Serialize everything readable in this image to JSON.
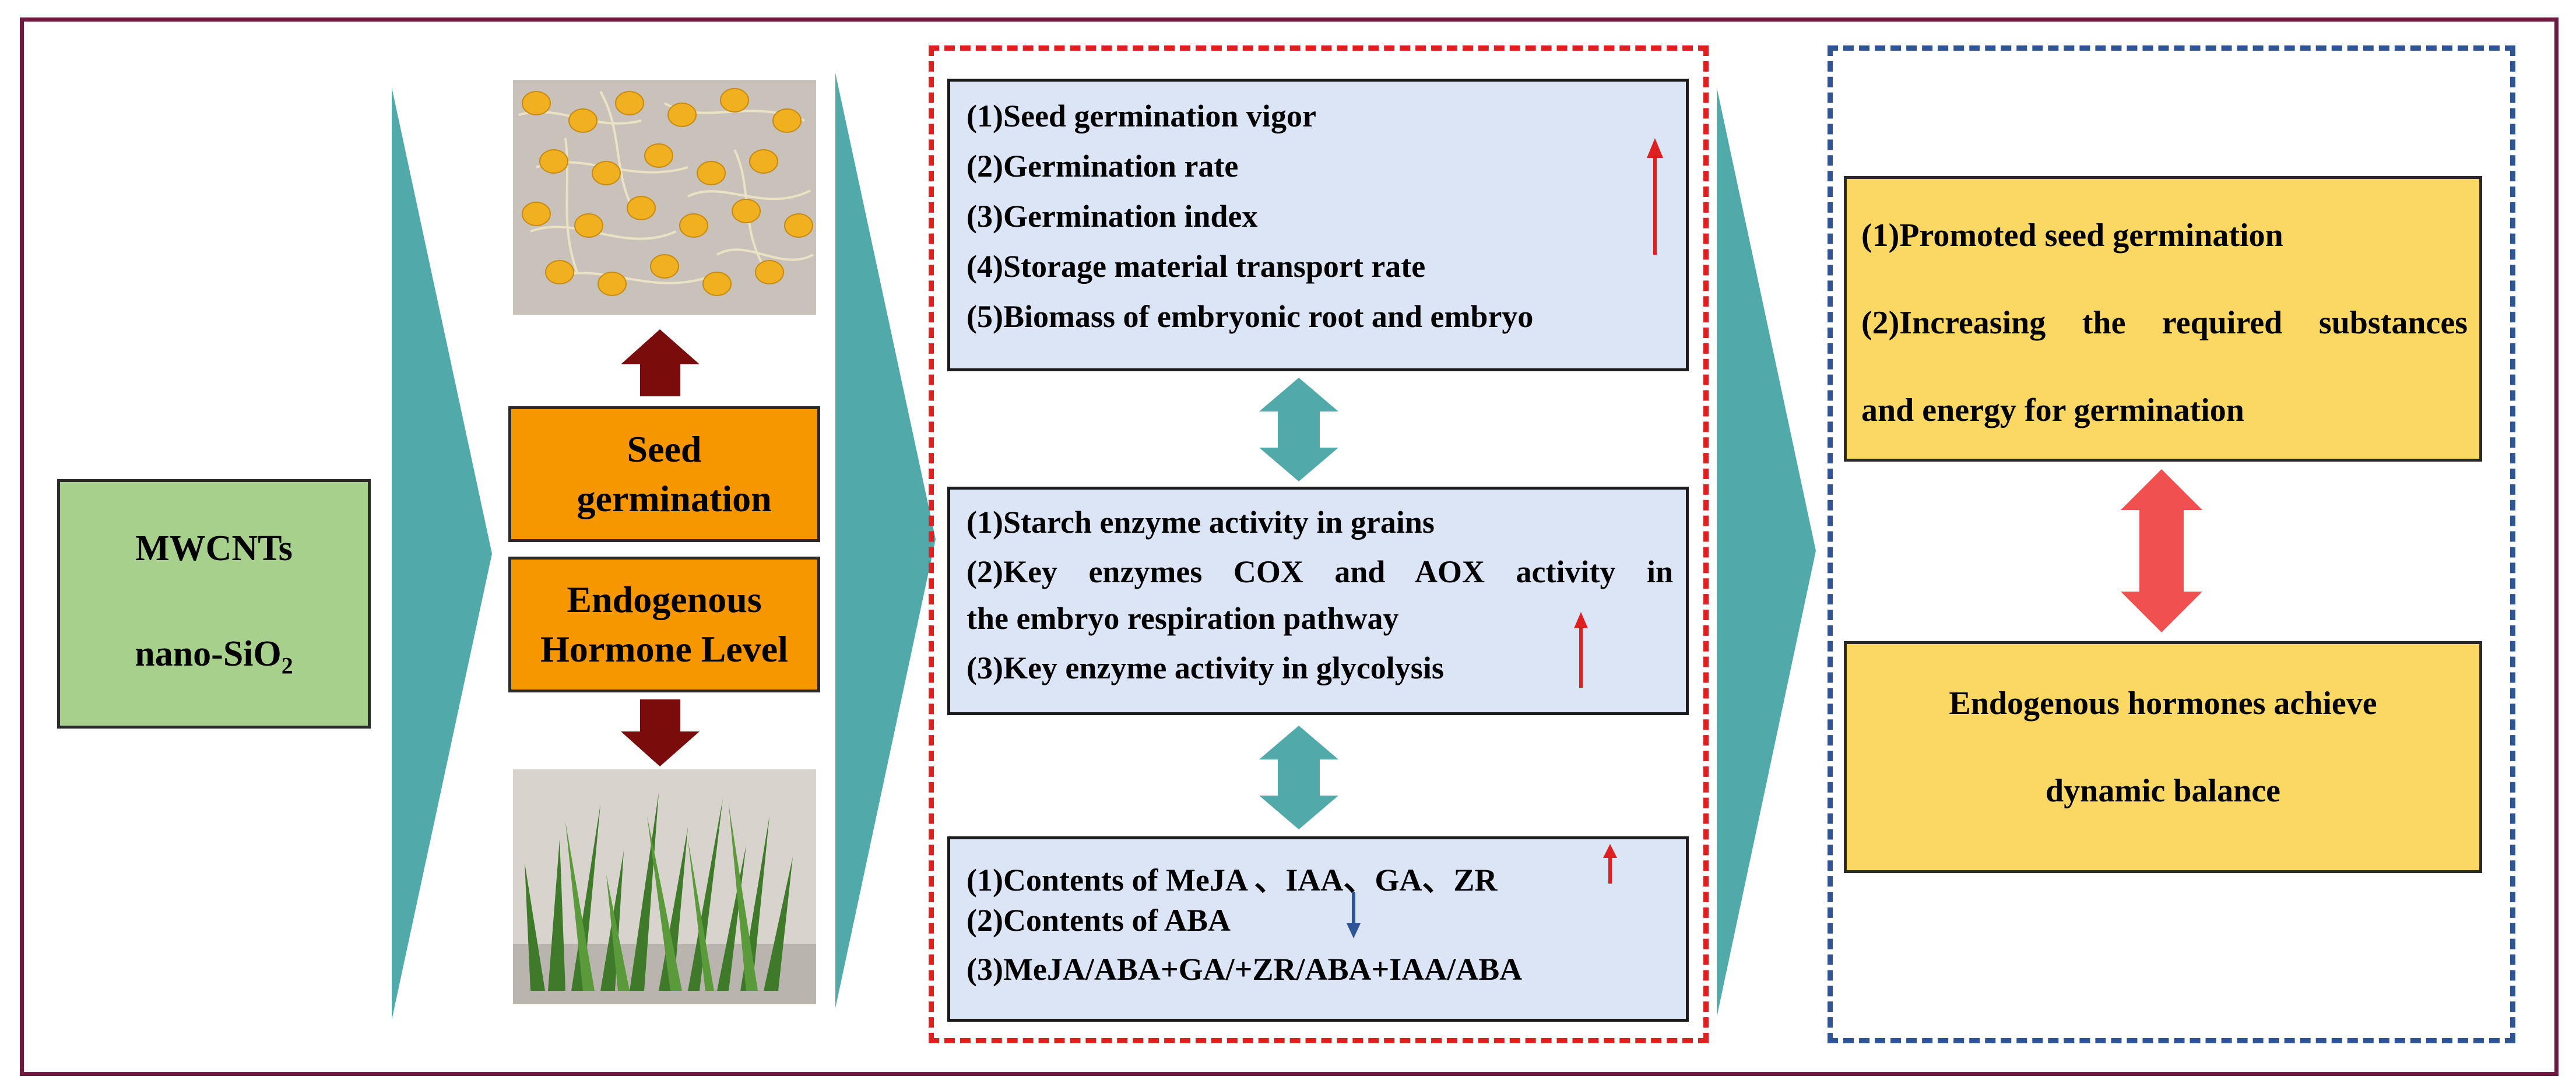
{
  "input_box": {
    "line1": "MWCNTs",
    "line2_base": "nano-SiO",
    "line2_sub": "2"
  },
  "orange_boxes": {
    "seed": "Seed germination",
    "hormone": "Endogenous Hormone Level"
  },
  "panel_germination": {
    "items": [
      "(1)Seed germination vigor",
      "(2)Germination rate",
      "(3)Germination index",
      "(4)Storage material transport rate",
      "(5)Biomass of embryonic root and embryo"
    ]
  },
  "panel_enzyme": {
    "item1": "(1)Starch enzyme activity in grains",
    "item2a": "(2)Key enzymes COX and AOX activity in",
    "item2b": "the embryo respiration pathway",
    "item3": "(3)Key enzyme activity in glycolysis"
  },
  "panel_hormone": {
    "item1": "(1)Contents of MeJA 、IAA、GA、ZR",
    "item2": "(2)Contents of ABA",
    "item3": "(3)MeJA/ABA+GA/+ZR/ABA+IAA/ABA"
  },
  "result_top": {
    "item1": "(1)Promoted seed germination",
    "item2a": "(2)Increasing the required substances",
    "item2b": "and energy for germination"
  },
  "result_bottom": {
    "line1": "Endogenous hormones achieve",
    "line2": "dynamic balance"
  },
  "photos": {
    "top": "seed germination photo",
    "bottom": "seedling photo"
  },
  "colors": {
    "chevron": "#52a9a9",
    "up_arrow": "#e02020",
    "down_arrow": "#2f5597",
    "dark_red_arrow": "#7a0c0c",
    "double_arrow_red": "#f05050",
    "frame": "#6b1a40"
  }
}
